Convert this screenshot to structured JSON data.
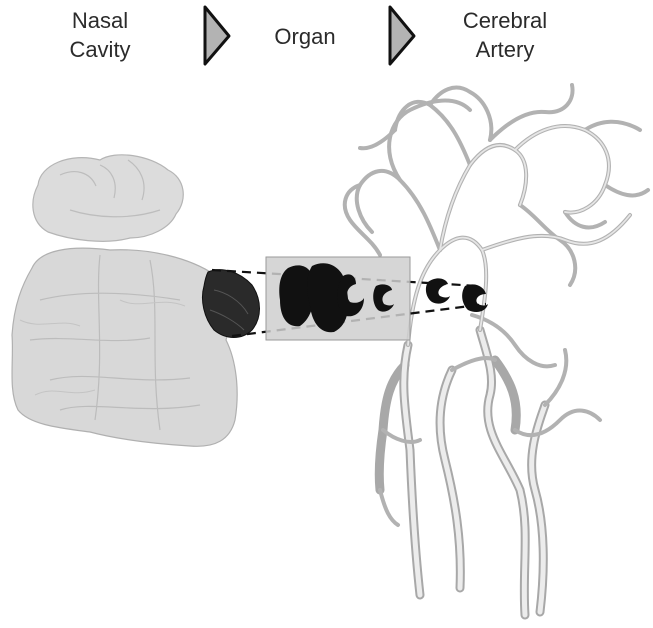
{
  "header": {
    "step1": {
      "line1": "Nasal",
      "line2": "Cavity"
    },
    "step2": {
      "line1": "Organ"
    },
    "step3": {
      "line1": "Cerebral",
      "line2": "Artery"
    }
  },
  "colors": {
    "arrow_fill": "#b3b3b3",
    "arrow_stroke": "#111111",
    "nasal_fill": "#d9d9d9",
    "particle": "#111111",
    "box_fill": "#cfcfcf",
    "artery_stroke": "#a8a8a8"
  },
  "icons": [
    "chevron-right-icon",
    "chevron-right-icon"
  ]
}
